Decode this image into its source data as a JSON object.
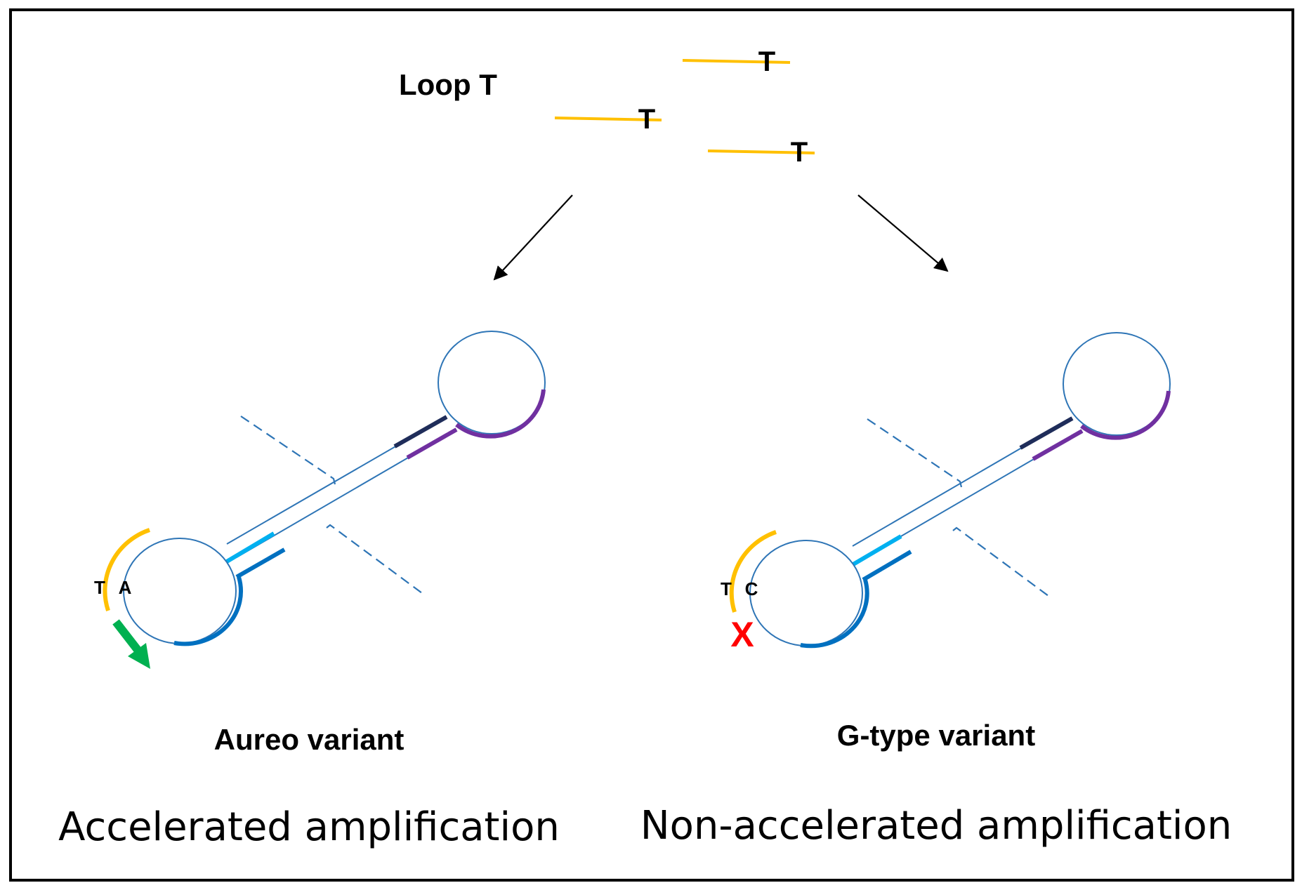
{
  "primer_group": {
    "label": "Loop T",
    "primers": [
      {
        "base": "T"
      },
      {
        "base": "T"
      },
      {
        "base": "T"
      }
    ]
  },
  "variants": [
    {
      "title": "Aureo variant",
      "outcome": "Accelerated amplification",
      "primer_base": "T",
      "template_base": "A",
      "status": "extension"
    },
    {
      "title": "G-type variant",
      "outcome": "Non-accelerated amplification",
      "primer_base": "T",
      "template_base": "C",
      "status": "blocked",
      "blocked_mark": "X"
    }
  ],
  "colors": {
    "primer": "#FFC000",
    "template": "#2E75B6",
    "light_blue": "#00B0F0",
    "mid_blue": "#0070C0",
    "dark_navy": "#1F2D5A",
    "purple": "#7030A0",
    "extension_arrow": "#00B050",
    "mismatch": "#FF0000",
    "arrow": "#000000",
    "frame": "#000000"
  }
}
